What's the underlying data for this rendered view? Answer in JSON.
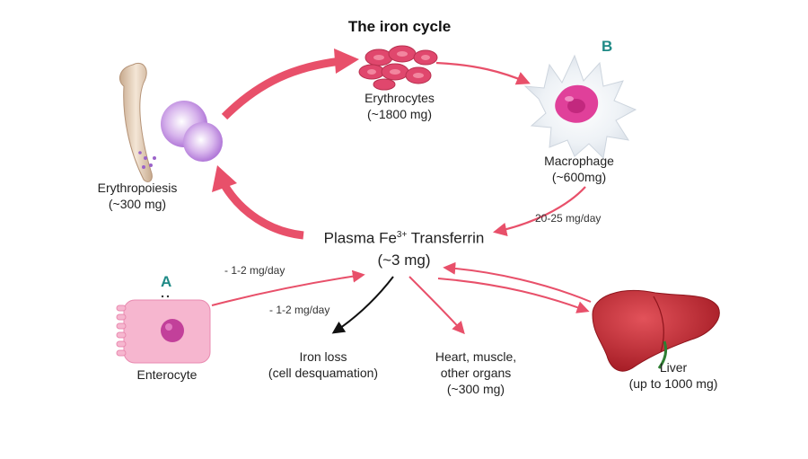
{
  "title": "The iron cycle",
  "nodes": {
    "erythrocytes": {
      "name": "Erythrocytes",
      "amount": "(~1800 mg)"
    },
    "macrophage": {
      "name": "Macrophage",
      "amount": "(~600mg)",
      "letter": "B"
    },
    "erythropoiesis": {
      "name": "Erythropoiesis",
      "amount": "(~300 mg)"
    },
    "plasma": {
      "name_pre": "Plasma Fe",
      "superscript": "3+",
      "name_post": " Transferrin",
      "amount": "(~3 mg)"
    },
    "enterocyte": {
      "name": "Enterocyte",
      "letter": "A"
    },
    "iron_loss": {
      "line1": "Iron loss",
      "line2": "(cell desquamation)"
    },
    "organs": {
      "line1": "Heart, muscle,",
      "line2": "other organs",
      "line3": "(~300 mg)"
    },
    "liver": {
      "name": "Liver",
      "amount": "(up to 1000 mg)"
    }
  },
  "rates": {
    "macrophage_to_plasma": "20-25 mg/day",
    "enterocyte_to_plasma": "- 1-2 mg/day",
    "plasma_to_loss": "- 1-2 mg/day"
  },
  "colors": {
    "arrow": "#e8506a",
    "arrow_dark": "#111111",
    "cell_pink": "#f3a6c4",
    "nucleus": "#c2409a",
    "rbc": "#e0476d",
    "liver": "#c4262e",
    "teal_letter": "#1f8a86"
  }
}
